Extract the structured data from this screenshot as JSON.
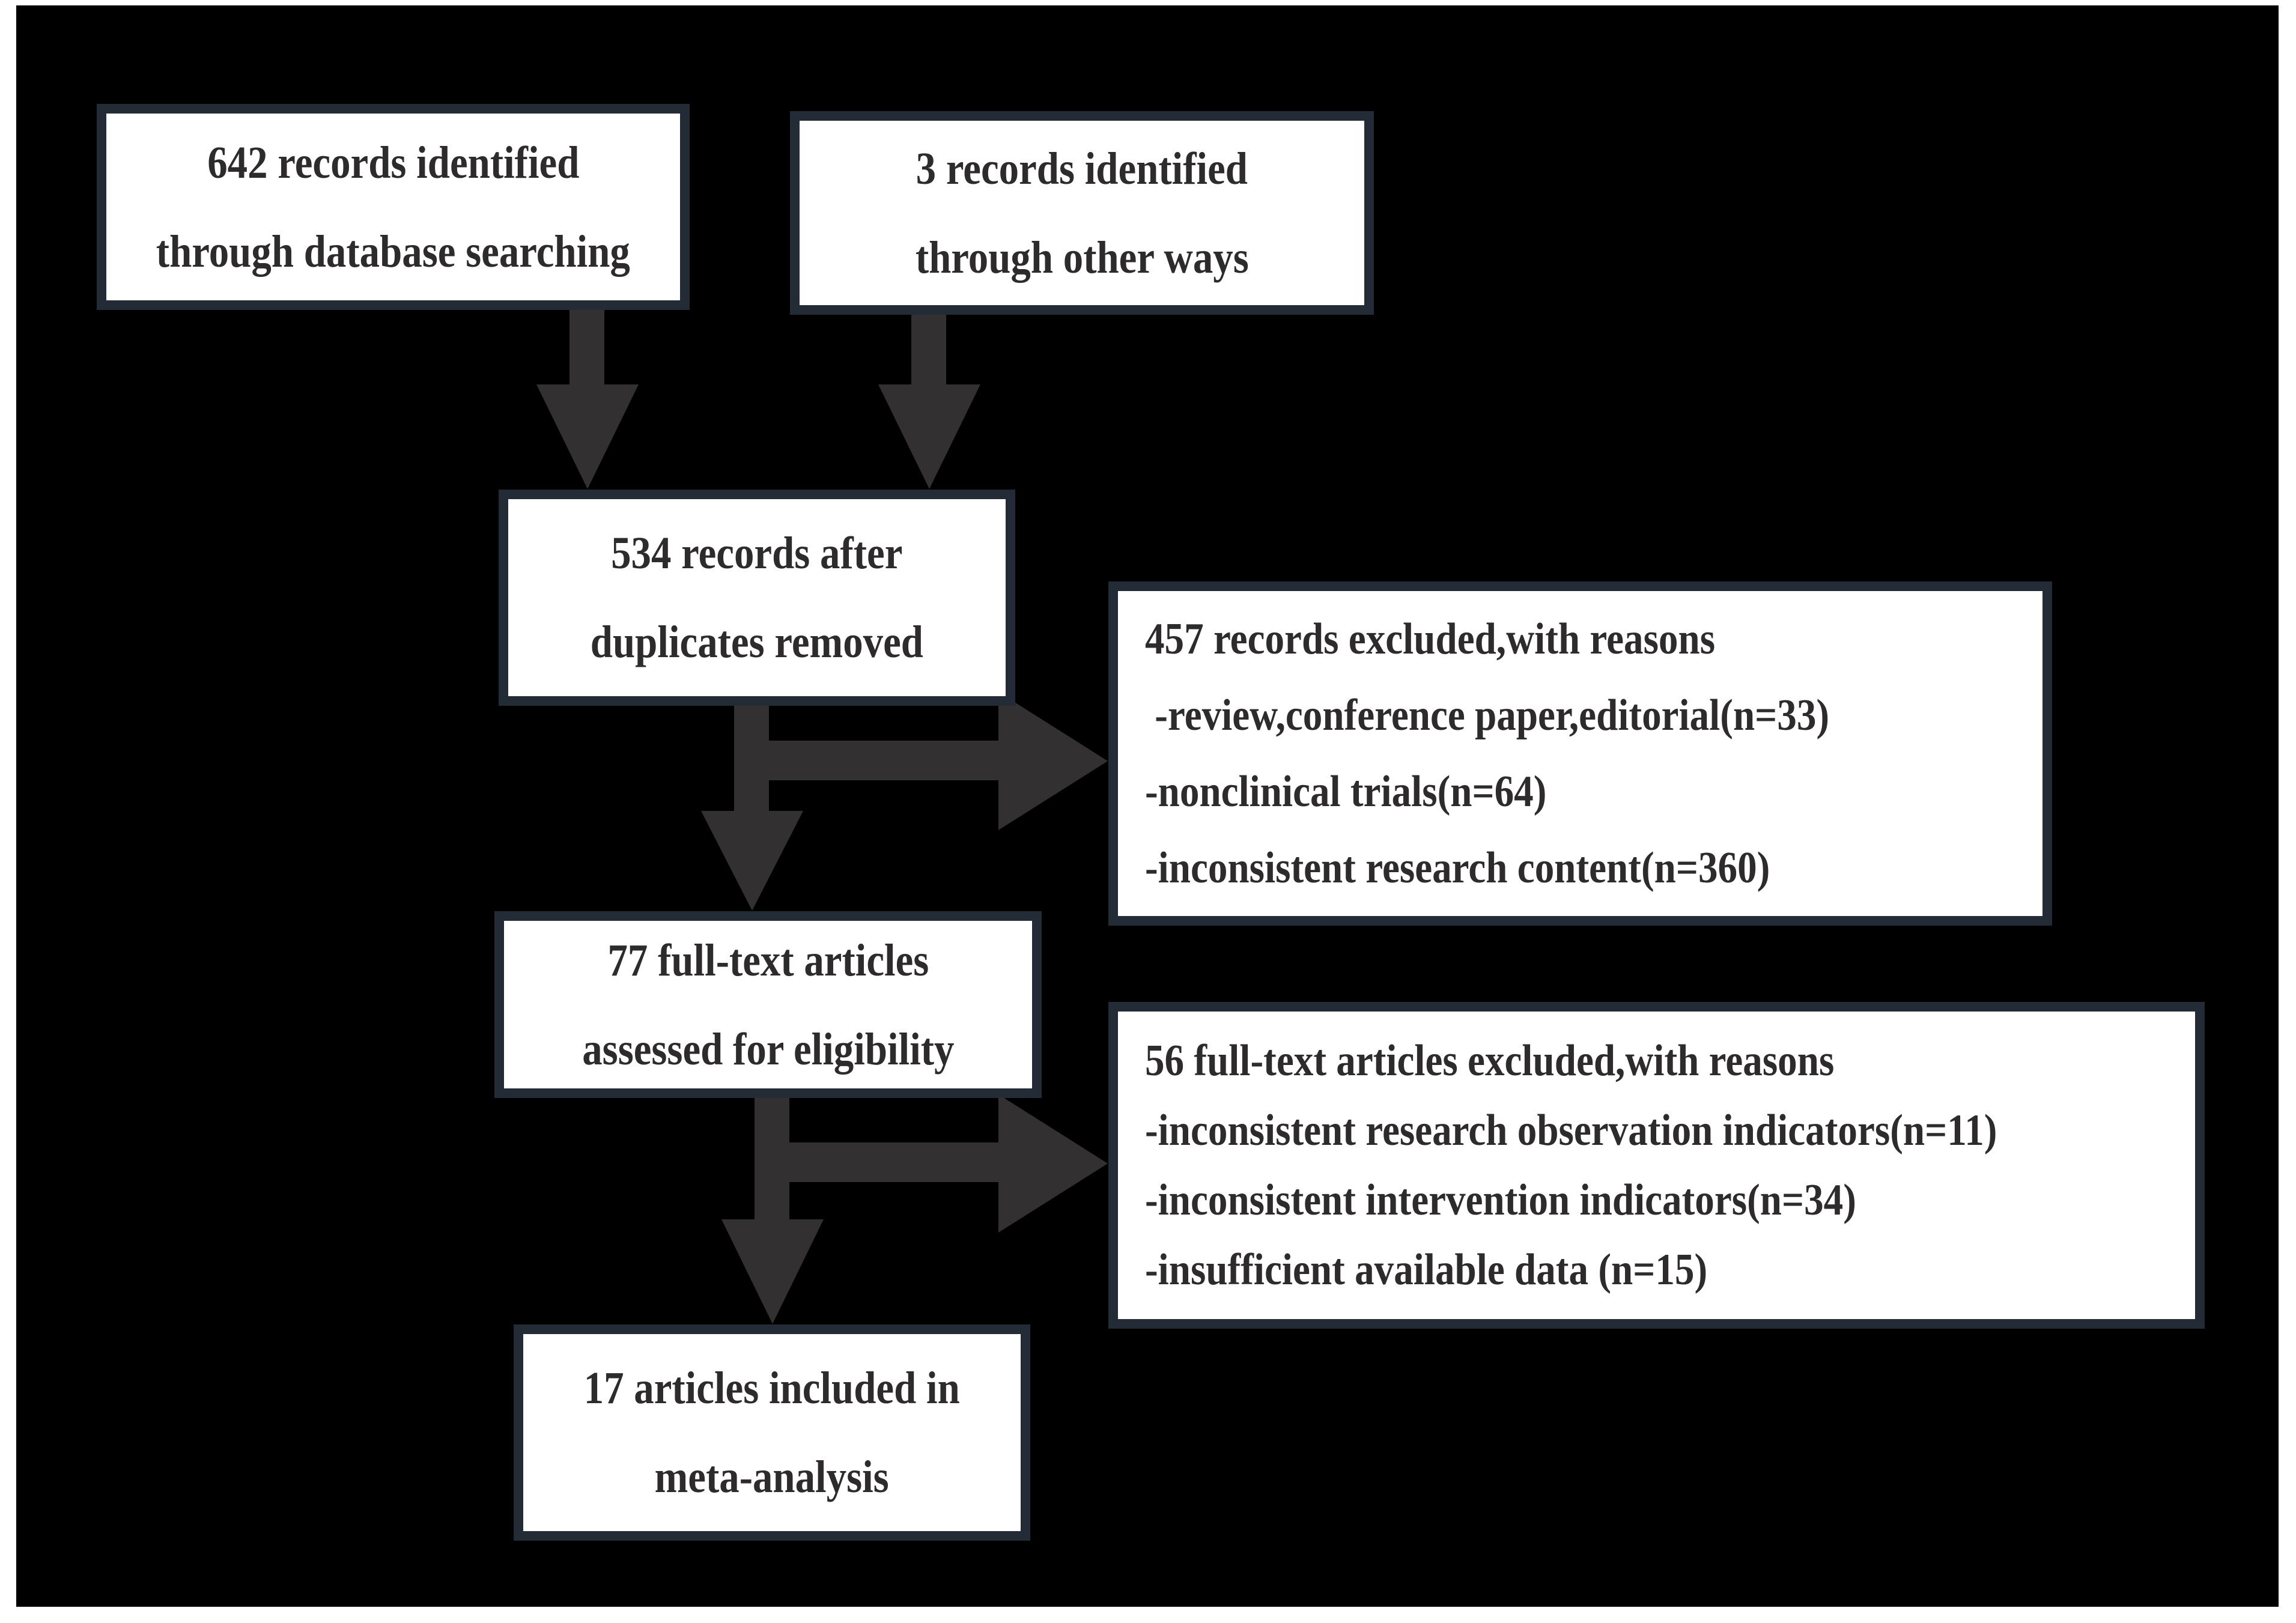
{
  "figure": {
    "title": "PRISMA-style study selection flow diagram",
    "colors": {
      "background": "#000000",
      "box_fill": "#ffffff",
      "box_border": "#232B36",
      "arrow": "#333031",
      "text": "#2E2B2C",
      "page_margin": "#ffffff"
    },
    "boxes": {
      "identified_db": {
        "line1": "642 records identified",
        "line2": "through database searching"
      },
      "identified_other": {
        "line1": "3 records identified",
        "line2": "through other ways"
      },
      "after_duplicates": {
        "line1": "534 records after",
        "line2": "duplicates removed"
      },
      "records_excluded": {
        "lines": [
          "457 records excluded,with reasons",
          " -review,conference paper,editorial(n=33)",
          "-nonclinical trials(n=64)",
          "-inconsistent research content(n=360)"
        ]
      },
      "fulltext_assessed": {
        "line1": "77 full-text articles",
        "line2": "assessed for eligibility"
      },
      "fulltext_excluded": {
        "lines": [
          "56 full-text articles excluded,with reasons",
          "-inconsistent research observation indicators(n=11)",
          "-inconsistent intervention indicators(n=34)",
          "-insufficient available data (n=15)"
        ]
      },
      "included_meta": {
        "line1": "17 articles included in",
        "line2": "meta-analysis"
      }
    }
  }
}
